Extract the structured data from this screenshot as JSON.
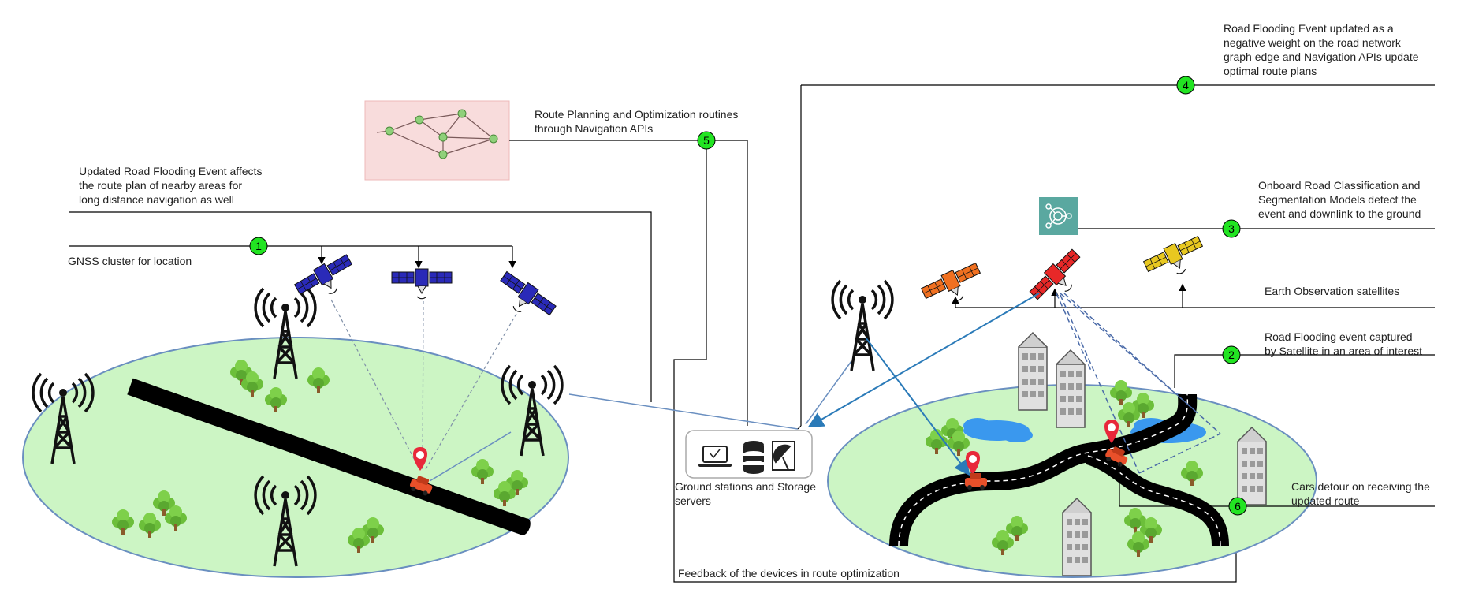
{
  "annotations": {
    "updated_event_affects": [
      "Updated Road Flooding Event affects",
      "the route plan of nearby areas for",
      "long distance navigation as well"
    ],
    "gnss_cluster": "GNSS cluster for location",
    "route_planning": [
      "Route Planning and Optimization routines",
      "through Navigation APIs"
    ],
    "negative_weight": [
      "Road Flooding Event updated as a",
      "negative weight on the road network",
      "graph edge and Navigation APIs update",
      "optimal route plans"
    ],
    "onboard_models": [
      "Onboard Road Classification and",
      "Segmentation Models detect the",
      "event and downlink to the ground"
    ],
    "eo_satellites": "Earth Observation satellites",
    "flood_captured": [
      "Road Flooding event captured",
      "by Satellite in an area of interest"
    ],
    "ground_stations": [
      "Ground stations and Storage",
      "servers"
    ],
    "cars_detour": [
      "Cars detour on receiving the",
      "updated route"
    ],
    "feedback": "Feedback of the devices in route optimization"
  },
  "steps": [
    "1",
    "2",
    "3",
    "4",
    "5",
    "6"
  ],
  "icons": [
    "satellite-icon",
    "cell-tower-icon",
    "tree-icon",
    "car-icon",
    "map-pin-icon",
    "building-icon",
    "laptop-icon",
    "database-icon",
    "satellite-dish-icon",
    "neural-network-icon",
    "graph-network-icon"
  ],
  "colors": {
    "ground": "#ccf5c4",
    "ground_border": "#6a8fc0",
    "step_badge": "#22e422",
    "gnss_satellite": "#2a2ab8",
    "eo_satellite_orange": "#f07020",
    "eo_satellite_red": "#e82828",
    "eo_satellite_yellow": "#e8c820",
    "flood_water": "#3a98ee",
    "pin": "#e8283a",
    "road": "#000000",
    "link_blue": "#2a7ab8",
    "graph_panel": "#f8dcdc",
    "ai_icon": "#5aa8a0"
  }
}
